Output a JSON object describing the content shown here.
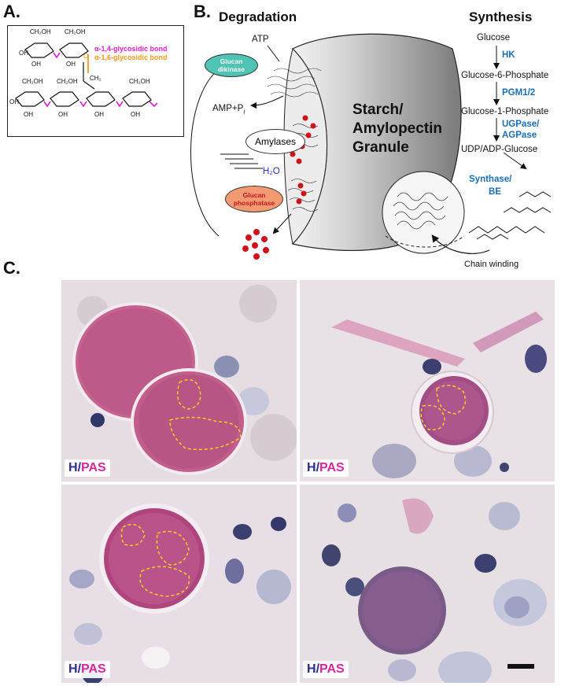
{
  "panelA": {
    "letter": "A.",
    "bond_a14": "α-1,4-glycosidic bond",
    "bond_a16": "α-1,6-glycosidic bond",
    "ch2oh": "CH₂OH",
    "ch2": "CH₂",
    "oh": "OH",
    "o": "O",
    "colors": {
      "a14": "#e020c8",
      "a16": "#f39a1e"
    }
  },
  "panelB": {
    "letter": "B.",
    "degradation": "Degradation",
    "synthesis": "Synthesis",
    "atp": "ATP",
    "glucan_dikinase": "Glucan dikinase",
    "amp": "AMP+P",
    "amp_sub": "i",
    "amylases": "Amylases",
    "h2o": "H₂O",
    "glucan_phosphatase": "Glucan phosphatase",
    "granule_line1": "Starch/",
    "granule_line2": "Amylopectin",
    "granule_line3": "Granule",
    "glucose": "Glucose",
    "hk": "HK",
    "g6p": "Glucose-6-Phosphate",
    "pgm": "PGM1/2",
    "g1p": "Glucose-1-Phosphate",
    "ugpase": "UGPase/",
    "agpase": "AGPase",
    "udp": "UDP/ADP-Glucose",
    "synthase": "Synthase/",
    "be": "BE",
    "chain_winding": "Chain winding",
    "colors": {
      "enzyme": "#1a6fb5",
      "dikinase": "#4fc4b4",
      "phosphatase": "#f29b72",
      "glucan_phosphate": "#d0121b"
    }
  },
  "panelC": {
    "letter": "C.",
    "stain_h": "H",
    "stain_sep": "/",
    "stain_pas": "PAS",
    "colors": {
      "hematoxylin": "#2b2f8e",
      "pas": "#d6289e",
      "outline": "#f2d21a"
    }
  }
}
